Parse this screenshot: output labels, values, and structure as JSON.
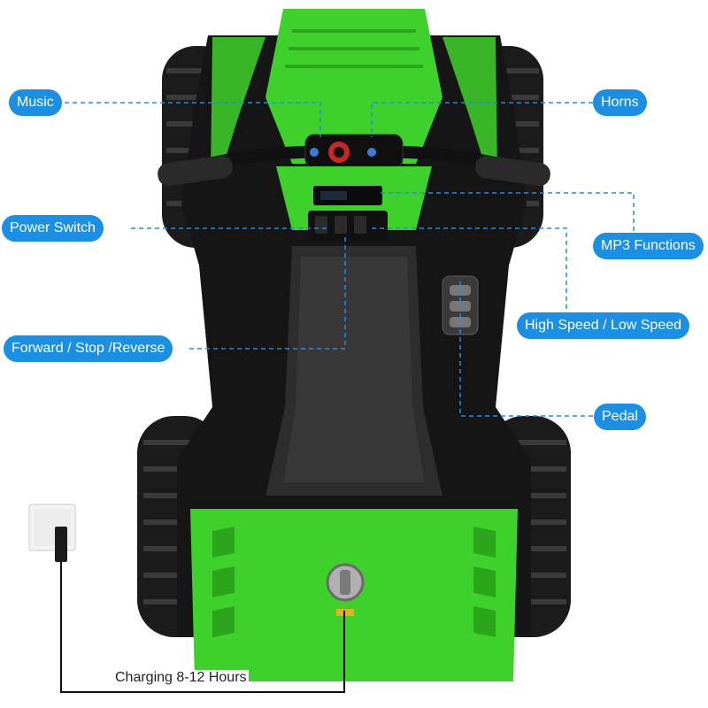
{
  "colors": {
    "accent": "#1a8fe3",
    "body_green": "#3fd12b",
    "body_black": "#151515",
    "leader_line": "#1a8fe3"
  },
  "callouts": {
    "music": "Music",
    "horns": "Horns",
    "power_switch": "Power Switch",
    "mp3_functions": "MP3 Functions",
    "high_low_speed": "High Speed / Low Speed",
    "forward_stop_reverse": "Forward / Stop /Reverse",
    "pedal": "Pedal"
  },
  "charging": {
    "label": "Charging 8-12 Hours"
  }
}
